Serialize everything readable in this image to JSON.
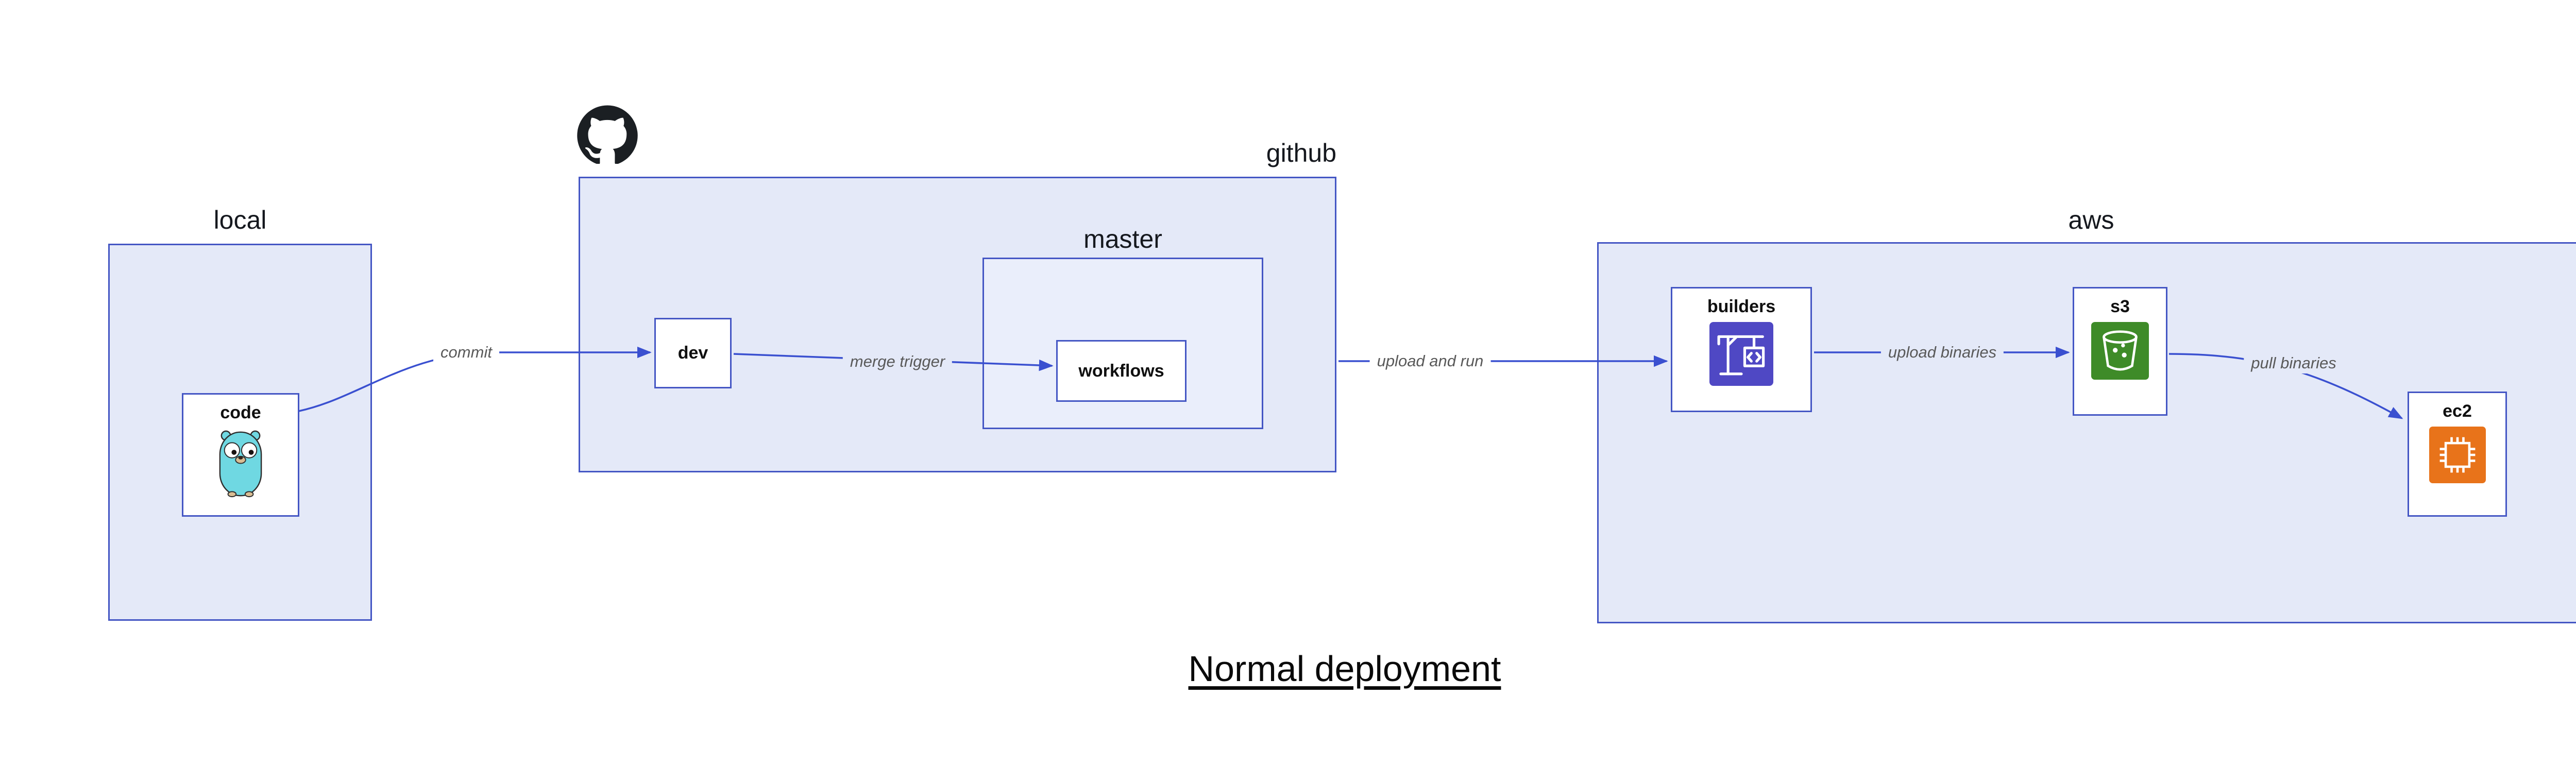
{
  "title": "Normal deployment",
  "colors": {
    "canvas": "#ffffff",
    "container-fill": "#e4e9f8",
    "master-fill": "#eaeefb",
    "container-border": "#4456c4",
    "arrow": "#3a50d0",
    "edge-label": "#595959",
    "label-text": "#15181e",
    "node-label": "#101010",
    "codebuild-purple": "#4f48c4",
    "s3-green": "#3e8b28",
    "ec2-orange": "#e8731a",
    "gopher-teal": "#6fd8e2",
    "github-black": "#1b1f23"
  },
  "groups": {
    "local": {
      "label": "local"
    },
    "github": {
      "label": "github"
    },
    "master": {
      "label": "master"
    },
    "aws": {
      "label": "aws"
    }
  },
  "nodes": {
    "code": {
      "label": "code",
      "icon": "go-gopher"
    },
    "dev": {
      "label": "dev"
    },
    "workflows": {
      "label": "workflows"
    },
    "builders": {
      "label": "builders",
      "icon": "aws-codebuild"
    },
    "s3": {
      "label": "s3",
      "icon": "aws-s3-bucket"
    },
    "ec2": {
      "label": "ec2",
      "icon": "aws-ec2-chip"
    }
  },
  "icons": {
    "github": "github-octocat-mark",
    "code": "go-gopher",
    "builders": "aws-codebuild",
    "s3": "aws-s3-bucket",
    "ec2": "aws-ec2-chip"
  },
  "edges": [
    {
      "id": "commit",
      "from": "code",
      "to": "dev",
      "label": "commit"
    },
    {
      "id": "merge-trigger",
      "from": "dev",
      "to": "workflows",
      "label": "merge trigger"
    },
    {
      "id": "upload-and-run",
      "from": "github",
      "to": "builders",
      "label": "upload and run"
    },
    {
      "id": "upload-binaries",
      "from": "builders",
      "to": "s3",
      "label": "upload binaries"
    },
    {
      "id": "pull-binaries",
      "from": "s3",
      "to": "ec2",
      "label": "pull binaries"
    }
  ]
}
